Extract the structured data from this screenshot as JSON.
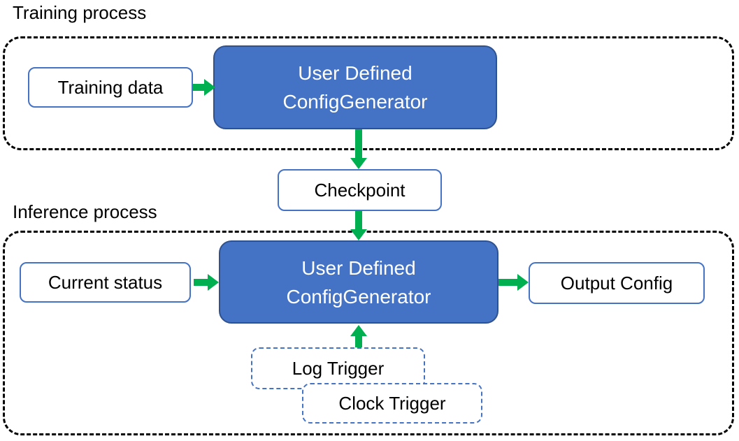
{
  "colors": {
    "box_fill_blue": "#4472C4",
    "box_border_blue": "#2F528F",
    "outline_blue": "#4472C4",
    "arrow_green": "#00B050",
    "container_border": "#000000",
    "text_dark": "#000000",
    "text_light": "#FFFFFF"
  },
  "training": {
    "label": "Training process",
    "training_data_label": "Training data",
    "generator_line1": "User Defined",
    "generator_line2": "ConfigGenerator"
  },
  "checkpoint_label": "Checkpoint",
  "inference": {
    "label": "Inference process",
    "current_status_label": "Current status",
    "generator_line1": "User Defined",
    "generator_line2": "ConfigGenerator",
    "output_config_label": "Output Config",
    "log_trigger_label": "Log Trigger",
    "clock_trigger_label": "Clock Trigger"
  }
}
